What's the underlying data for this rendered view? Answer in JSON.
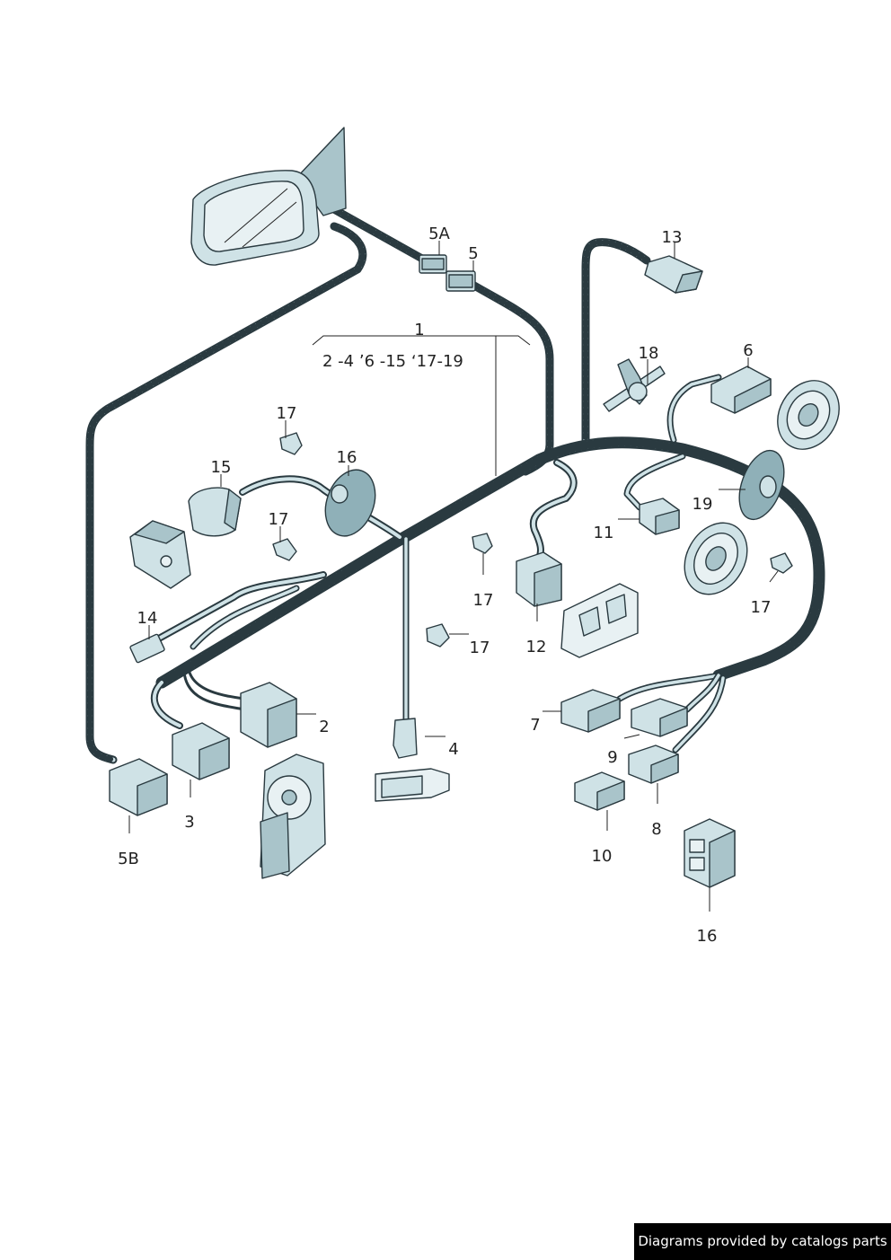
{
  "diagram": {
    "title": "",
    "labels": {
      "l1": "1",
      "l1_range": "2 -4  ʼ6 -15 ʻ17-19",
      "l2": "2",
      "l3": "3",
      "l4": "4",
      "l5": "5",
      "l5a": "5A",
      "l5b": "5B",
      "l6": "6",
      "l7": "7",
      "l8": "8",
      "l9": "9",
      "l10": "10",
      "l11": "11",
      "l12": "12",
      "l13": "13",
      "l14": "14",
      "l15": "15",
      "l16a": "16",
      "l16b": "16",
      "l17a": "17",
      "l17b": "17",
      "l17c": "17",
      "l17d": "17",
      "l17e": "17",
      "l18": "18",
      "l19": "19"
    },
    "colors": {
      "part_fill": "#cfe2e6",
      "part_shade": "#a9c4ca",
      "outline": "#2a3a40"
    }
  },
  "footer": {
    "credit": "Diagrams provided by catalogs parts"
  }
}
